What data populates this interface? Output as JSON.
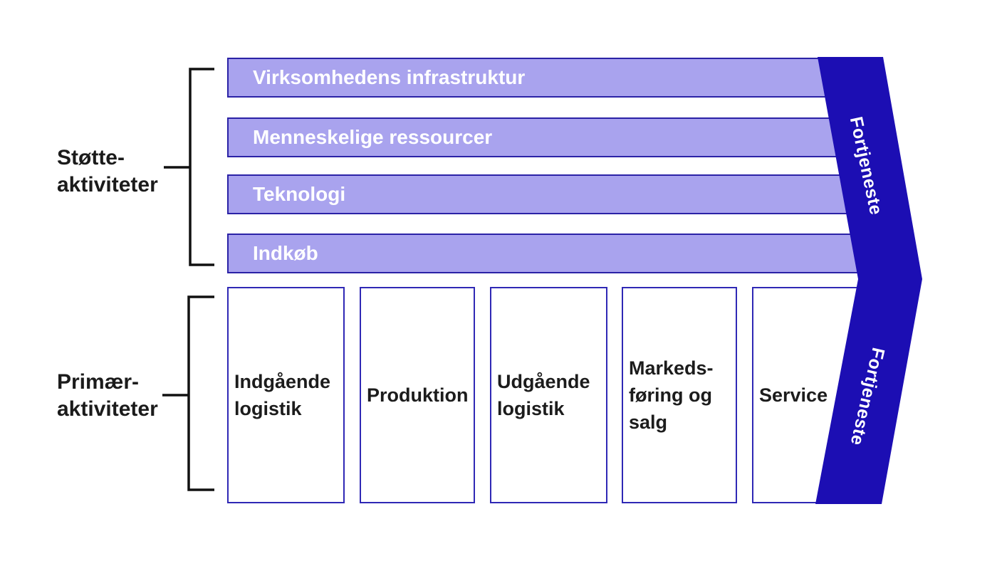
{
  "diagram_title": "Value chain diagram (Porter) in Danish",
  "support": {
    "label_line1": "Støtte-",
    "label_line2": "aktiviteter",
    "bars": [
      "Virksomhedens infrastruktur",
      "Menneskelige ressourcer",
      "Teknologi",
      "Indkøb"
    ]
  },
  "primary": {
    "label_line1": "Primær-",
    "label_line2": "aktiviteter",
    "boxes": [
      {
        "label": "Indgående logistik",
        "lines": [
          "Indgående",
          "logistik"
        ]
      },
      {
        "label": "Produktion",
        "lines": [
          "Produktion"
        ]
      },
      {
        "label": "Udgående logistik",
        "lines": [
          "Udgående",
          "logistik"
        ]
      },
      {
        "label": "Markeds-føring og salg",
        "lines": [
          "Markeds-",
          "føring og",
          "salg"
        ]
      },
      {
        "label": "Service",
        "lines": [
          "Service"
        ]
      }
    ]
  },
  "profit": {
    "label": "Fortjeneste"
  },
  "colors": {
    "background": "#ffffff",
    "bar_fill": "#a9a3ee",
    "bar_border": "#2b22a6",
    "box_border": "#2f28b5",
    "profit_band": "#1c0eb3",
    "bracket": "#111111",
    "text_dark": "#1b1b1b",
    "text_light": "#ffffff"
  }
}
